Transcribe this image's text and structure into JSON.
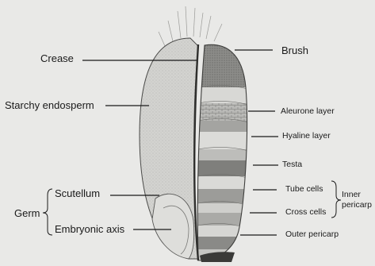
{
  "labels": {
    "crease": "Crease",
    "starchy_endosperm": "Starchy endosperm",
    "scutellum": "Scutellum",
    "germ": "Germ",
    "embryonic_axis": "Embryonic axis",
    "brush": "Brush",
    "aleurone_layer": "Aleurone layer",
    "hyaline_layer": "Hyaline layer",
    "testa": "Testa",
    "tube_cells": "Tube cells",
    "cross_cells": "Cross cells",
    "inner_line1": "Inner",
    "inner_line2": "pericarp",
    "outer_pericarp": "Outer pericarp"
  },
  "colors": {
    "background": "#e9e9e7",
    "endosperm": "#d3d3d0",
    "layer_dark": "#8b8b88",
    "layer_light": "#d9d9d6",
    "outline": "#333333"
  }
}
